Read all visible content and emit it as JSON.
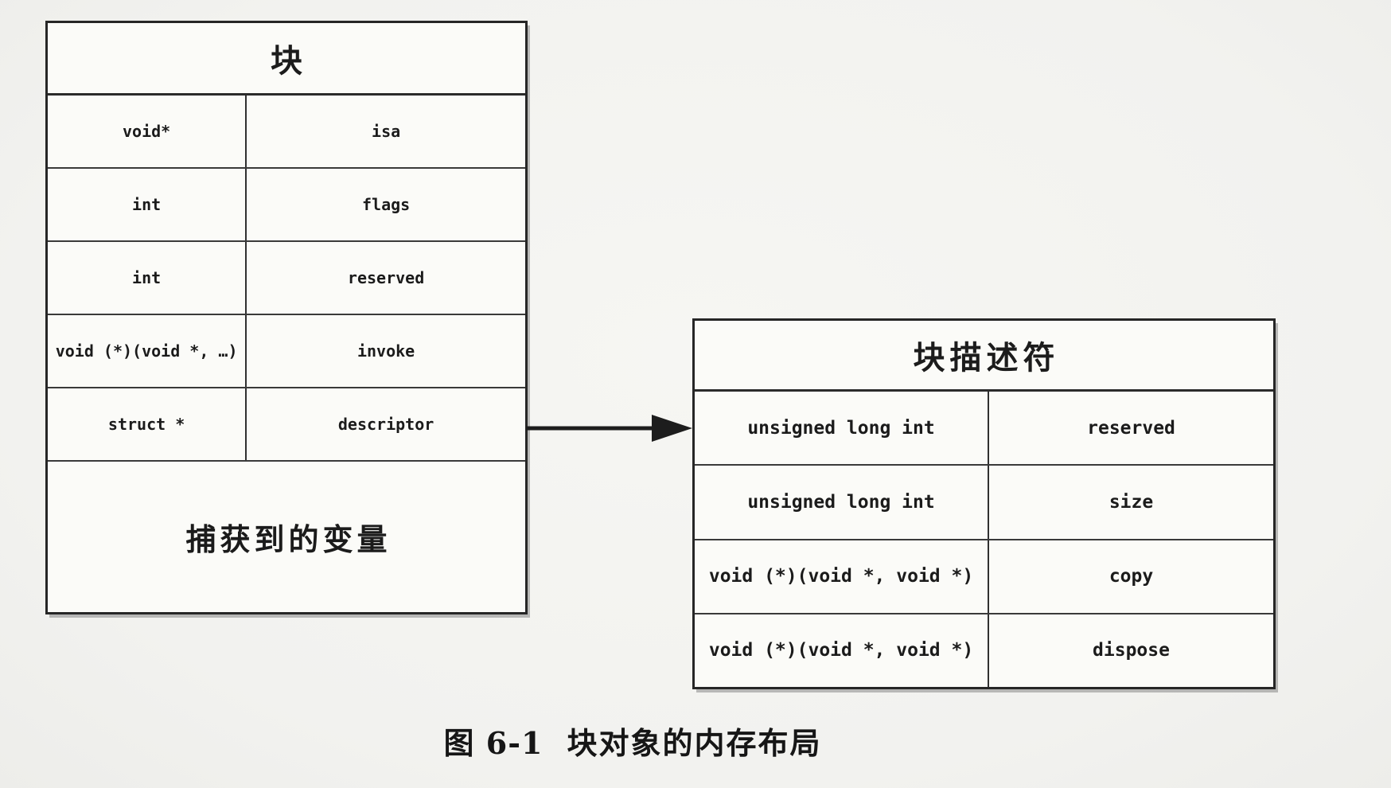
{
  "figure": {
    "caption_label": "图 6-1",
    "caption_text": "块对象的内存布局"
  },
  "block_table": {
    "title": "块",
    "rows": [
      {
        "type": "void*",
        "name": "isa"
      },
      {
        "type": "int",
        "name": "flags"
      },
      {
        "type": "int",
        "name": "reserved"
      },
      {
        "type": "void (*)(void *, …)",
        "name": "invoke"
      },
      {
        "type": "struct *",
        "name": "descriptor"
      }
    ],
    "footer": "捕获到的变量"
  },
  "descriptor_table": {
    "title": "块描述符",
    "rows": [
      {
        "type": "unsigned long int",
        "name": "reserved"
      },
      {
        "type": "unsigned long int",
        "name": "size"
      },
      {
        "type": "void (*)(void *, void *)",
        "name": "copy"
      },
      {
        "type": "void (*)(void *, void *)",
        "name": "dispose"
      }
    ]
  },
  "colors": {
    "page_background": "#f3f3f0",
    "cell_background": "#fbfbf8",
    "border_ink": "#262626",
    "text_ink": "#1b1b1b"
  }
}
